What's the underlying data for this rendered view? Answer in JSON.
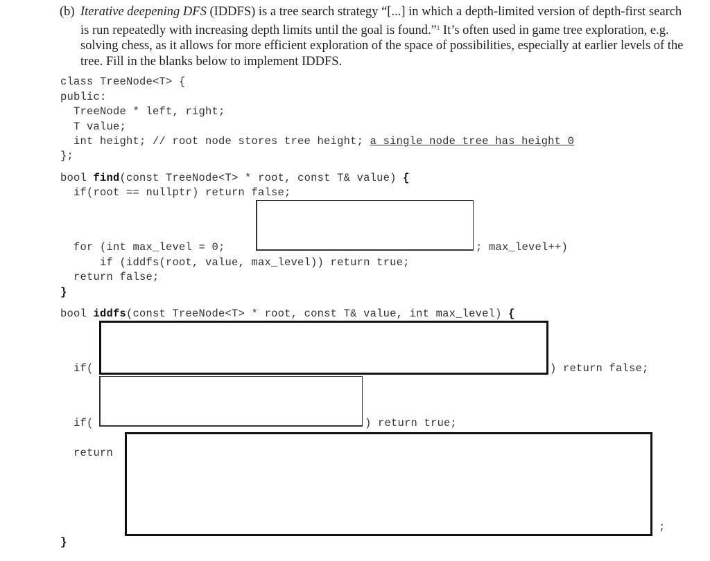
{
  "problem": {
    "label": "(b)",
    "title_italic": "Iterative deepening DFS",
    "text_after_title": " (IDDFS) is a tree search strategy “[...] in which a depth-limited version of depth-first search is run repeatedly with increasing depth limits until the goal is found.”",
    "footnote_mark": "1",
    "text_rest": " It’s often used in game tree exploration, e.g. solving chess, as it allows for more efficient exploration of the space of possibilities, especially at earlier levels of the tree. Fill in the blanks below to implement IDDFS."
  },
  "class_def": {
    "line1": "class TreeNode<T> {",
    "line2": "public:",
    "line3": "  TreeNode * left, right;",
    "line4": "  T value;",
    "line5_prefix": "  int height; // root node stores tree height; ",
    "line5_underlined": "a single node tree has height 0",
    "line6": "};"
  },
  "find_fn": {
    "sig_prefix": "bool ",
    "sig_name": "find",
    "sig_rest": "(const TreeNode<T> * root, const T& value) ",
    "sig_brace": "{",
    "line1": "  if(root == nullptr) return false;",
    "for_prefix": "  for (int max_level = 0; ",
    "for_suffix": "; max_level++)",
    "line_if": "      if (iddfs(root, value, max_level)) return true;",
    "line_return": "  return false;",
    "close": "}"
  },
  "iddfs_fn": {
    "sig_prefix": "bool ",
    "sig_name": "iddfs",
    "sig_rest": "(const TreeNode<T> * root, const T& value, int max_level) ",
    "sig_brace": "{",
    "if1_prefix": "  if(",
    "if1_suffix": ") return false;",
    "if2_prefix": "  if(",
    "if2_suffix": ") return true;",
    "return_prefix": "  return",
    "return_suffix": ";",
    "close": "}"
  },
  "blanks": [
    {
      "id": "loop-condition",
      "value": ""
    },
    {
      "id": "false-condition",
      "value": ""
    },
    {
      "id": "true-condition",
      "value": ""
    },
    {
      "id": "return-expression",
      "value": ""
    }
  ]
}
